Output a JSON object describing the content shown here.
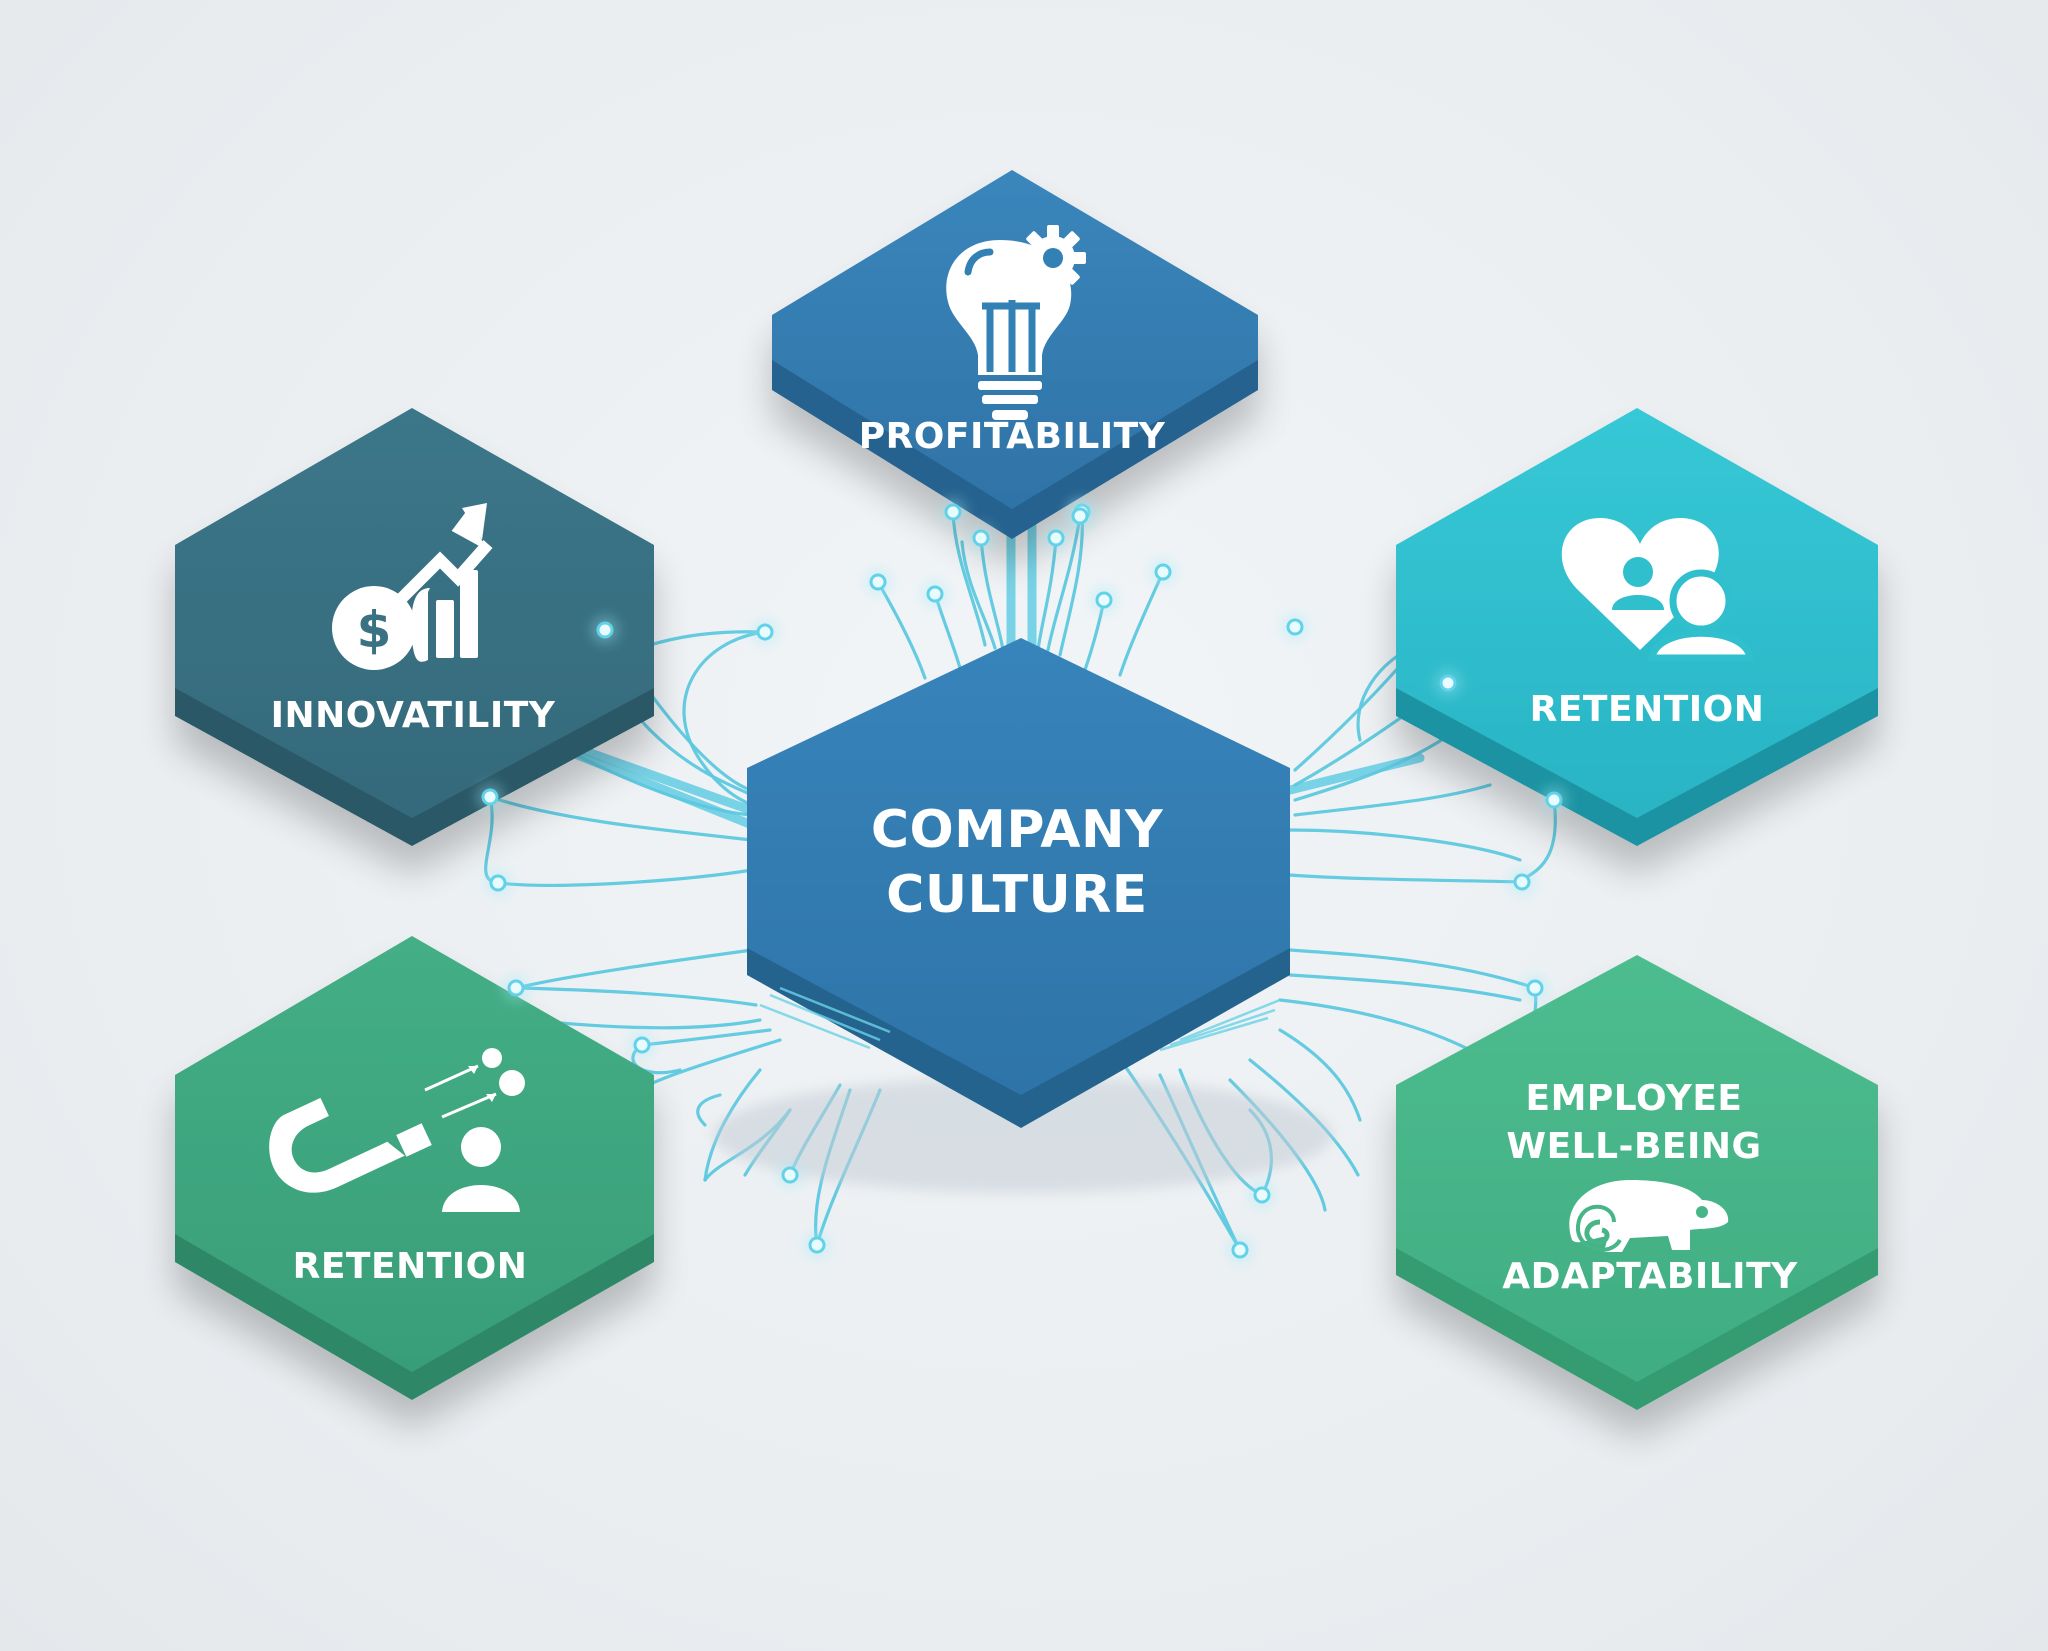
{
  "colors": {
    "background": "#eceff1",
    "center": "#3179ad",
    "top": "#3379ab",
    "left_top": "#3a6f80",
    "right_top": "#2ebfce",
    "left_bottom": "#3ea57f",
    "right_bottom": "#45b587",
    "connector": "#5cc8df"
  },
  "center": {
    "line1": "COMPANY",
    "line2": "CULTURE"
  },
  "hexagons": {
    "top": {
      "label": "PROFITABILITY",
      "icon": "lightbulb-gear-icon"
    },
    "left_top": {
      "label": "INNOVATILITY",
      "icon": "dollar-growth-chart-icon"
    },
    "right_top": {
      "label": "RETENTION",
      "icon": "heart-people-icon"
    },
    "left_bottom": {
      "label": "RETENTION",
      "icon": "magnet-person-icon"
    },
    "right_bottom": {
      "line1": "EMPLOYEE",
      "line2": "WELL-BEING",
      "line3": "ADAPTABILITY",
      "icon": "chameleon-icon"
    }
  }
}
